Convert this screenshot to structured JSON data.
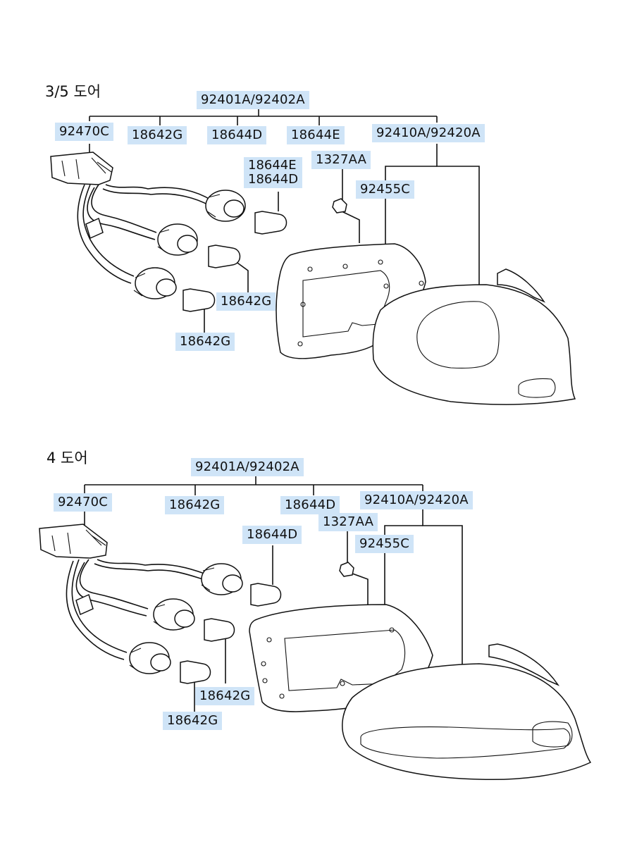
{
  "diagram_top": {
    "title": "3/5 도어",
    "labels": {
      "assembly": "92401A/92402A",
      "harness": "92470C",
      "socket_a": "18642G",
      "socket_b": "18644D",
      "socket_c": "18644E",
      "lamp": "92410A/92420A",
      "bulb_top_1": "18644E",
      "bulb_top_2": "18644D",
      "nut": "1327AA",
      "gasket": "92455C",
      "bulb_mid": "18642G",
      "bulb_low": "18642G"
    }
  },
  "diagram_bottom": {
    "title": "4 도어",
    "labels": {
      "assembly": "92401A/92402A",
      "harness": "92470C",
      "socket_a": "18642G",
      "socket_b": "18644D",
      "lamp": "92410A/92420A",
      "nut": "1327AA",
      "bulb_top": "18644D",
      "gasket": "92455C",
      "bulb_mid": "18642G",
      "bulb_low": "18642G"
    }
  },
  "colors": {
    "label_bg": "#cfe4f7",
    "ink": "#111111"
  }
}
